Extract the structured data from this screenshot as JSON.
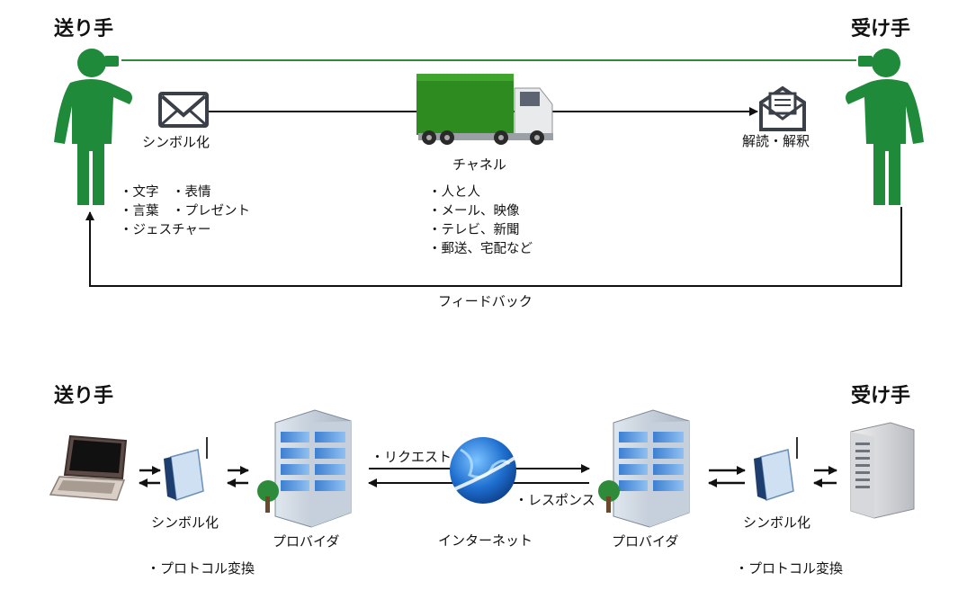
{
  "top": {
    "sender_title": "送り手",
    "receiver_title": "受け手",
    "encode_label": "シンボル化",
    "channel_label": "チャネル",
    "decode_label": "解読・解釈",
    "feedback_label": "フィードバック",
    "symbol_examples": [
      "・文字　・表情",
      "・言葉　・プレゼント",
      "・ジェスチャー"
    ],
    "channel_examples": [
      "・人と人",
      "・メール、映像",
      "・テレビ、新聞",
      "・郵送、宅配など"
    ]
  },
  "bottom": {
    "sender_title": "送り手",
    "receiver_title": "受け手",
    "left_encode_label": "シンボル化",
    "left_protocol": "・プロトコル変換",
    "left_provider": "プロバイダ",
    "request_label": "・リクエスト",
    "response_label": "・レスポンス",
    "internet_label": "インターネット",
    "right_provider": "プロバイダ",
    "right_encode_label": "シンボル化",
    "right_protocol": "・プロトコル変換"
  },
  "colors": {
    "person_green": "#1f8a3a",
    "truck_green": "#2e8b1f",
    "line": "#111111"
  },
  "icons": [
    "person-icon",
    "envelope-icon",
    "truck-icon",
    "open-envelope-icon",
    "laptop-icon",
    "router-icon",
    "building-icon",
    "globe-icon",
    "server-icon"
  ]
}
